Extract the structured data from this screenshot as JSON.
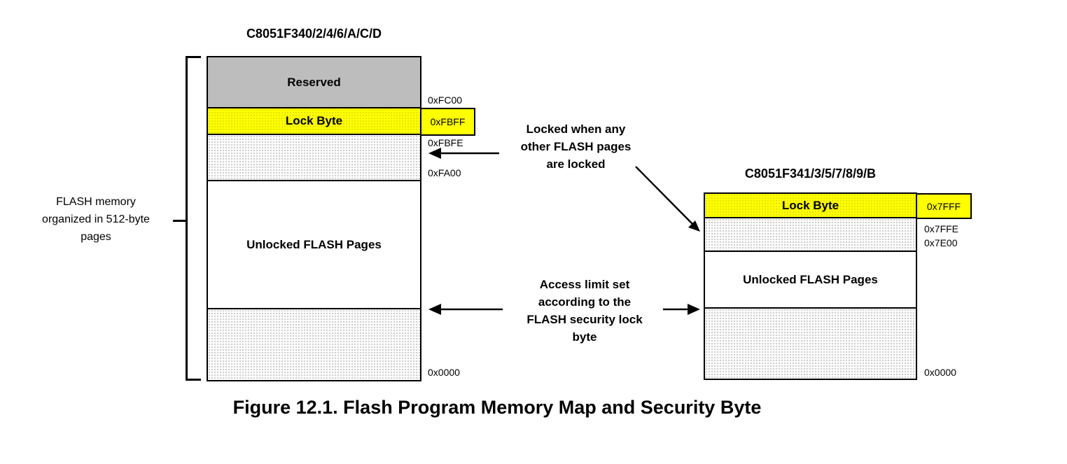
{
  "figure_caption": "Figure 12.1. Flash Program Memory Map and Security Byte",
  "bracket": {
    "label": "FLASH memory\norganized in 512-byte\npages"
  },
  "left_device": {
    "title": "C8051F340/2/4/6/A/C/D",
    "regions": {
      "reserved": "Reserved",
      "lock_byte": "Lock Byte",
      "unlocked": "Unlocked FLASH Pages"
    },
    "addresses": {
      "boundary_top": "0xFC00",
      "lock_byte": "0xFBFF",
      "below_lock": "0xFBFE",
      "locked_page_start": "0xFA00",
      "bottom": "0x0000"
    }
  },
  "right_device": {
    "title": "C8051F341/3/5/7/8/9/B",
    "regions": {
      "lock_byte": "Lock Byte",
      "unlocked": "Unlocked FLASH Pages"
    },
    "addresses": {
      "lock_byte": "0x7FFF",
      "below_lock": "0x7FFE",
      "locked_page_start": "0x7E00",
      "bottom": "0x0000"
    }
  },
  "annotations": {
    "locked_note": "Locked when any\nother FLASH pages\nare locked",
    "access_note": "Access limit set\naccording to the\nFLASH security lock\nbyte"
  },
  "colors": {
    "lock_byte_yellow": "#ffff00",
    "reserved_gray": "#bdbdbd",
    "line_black": "#000000"
  }
}
